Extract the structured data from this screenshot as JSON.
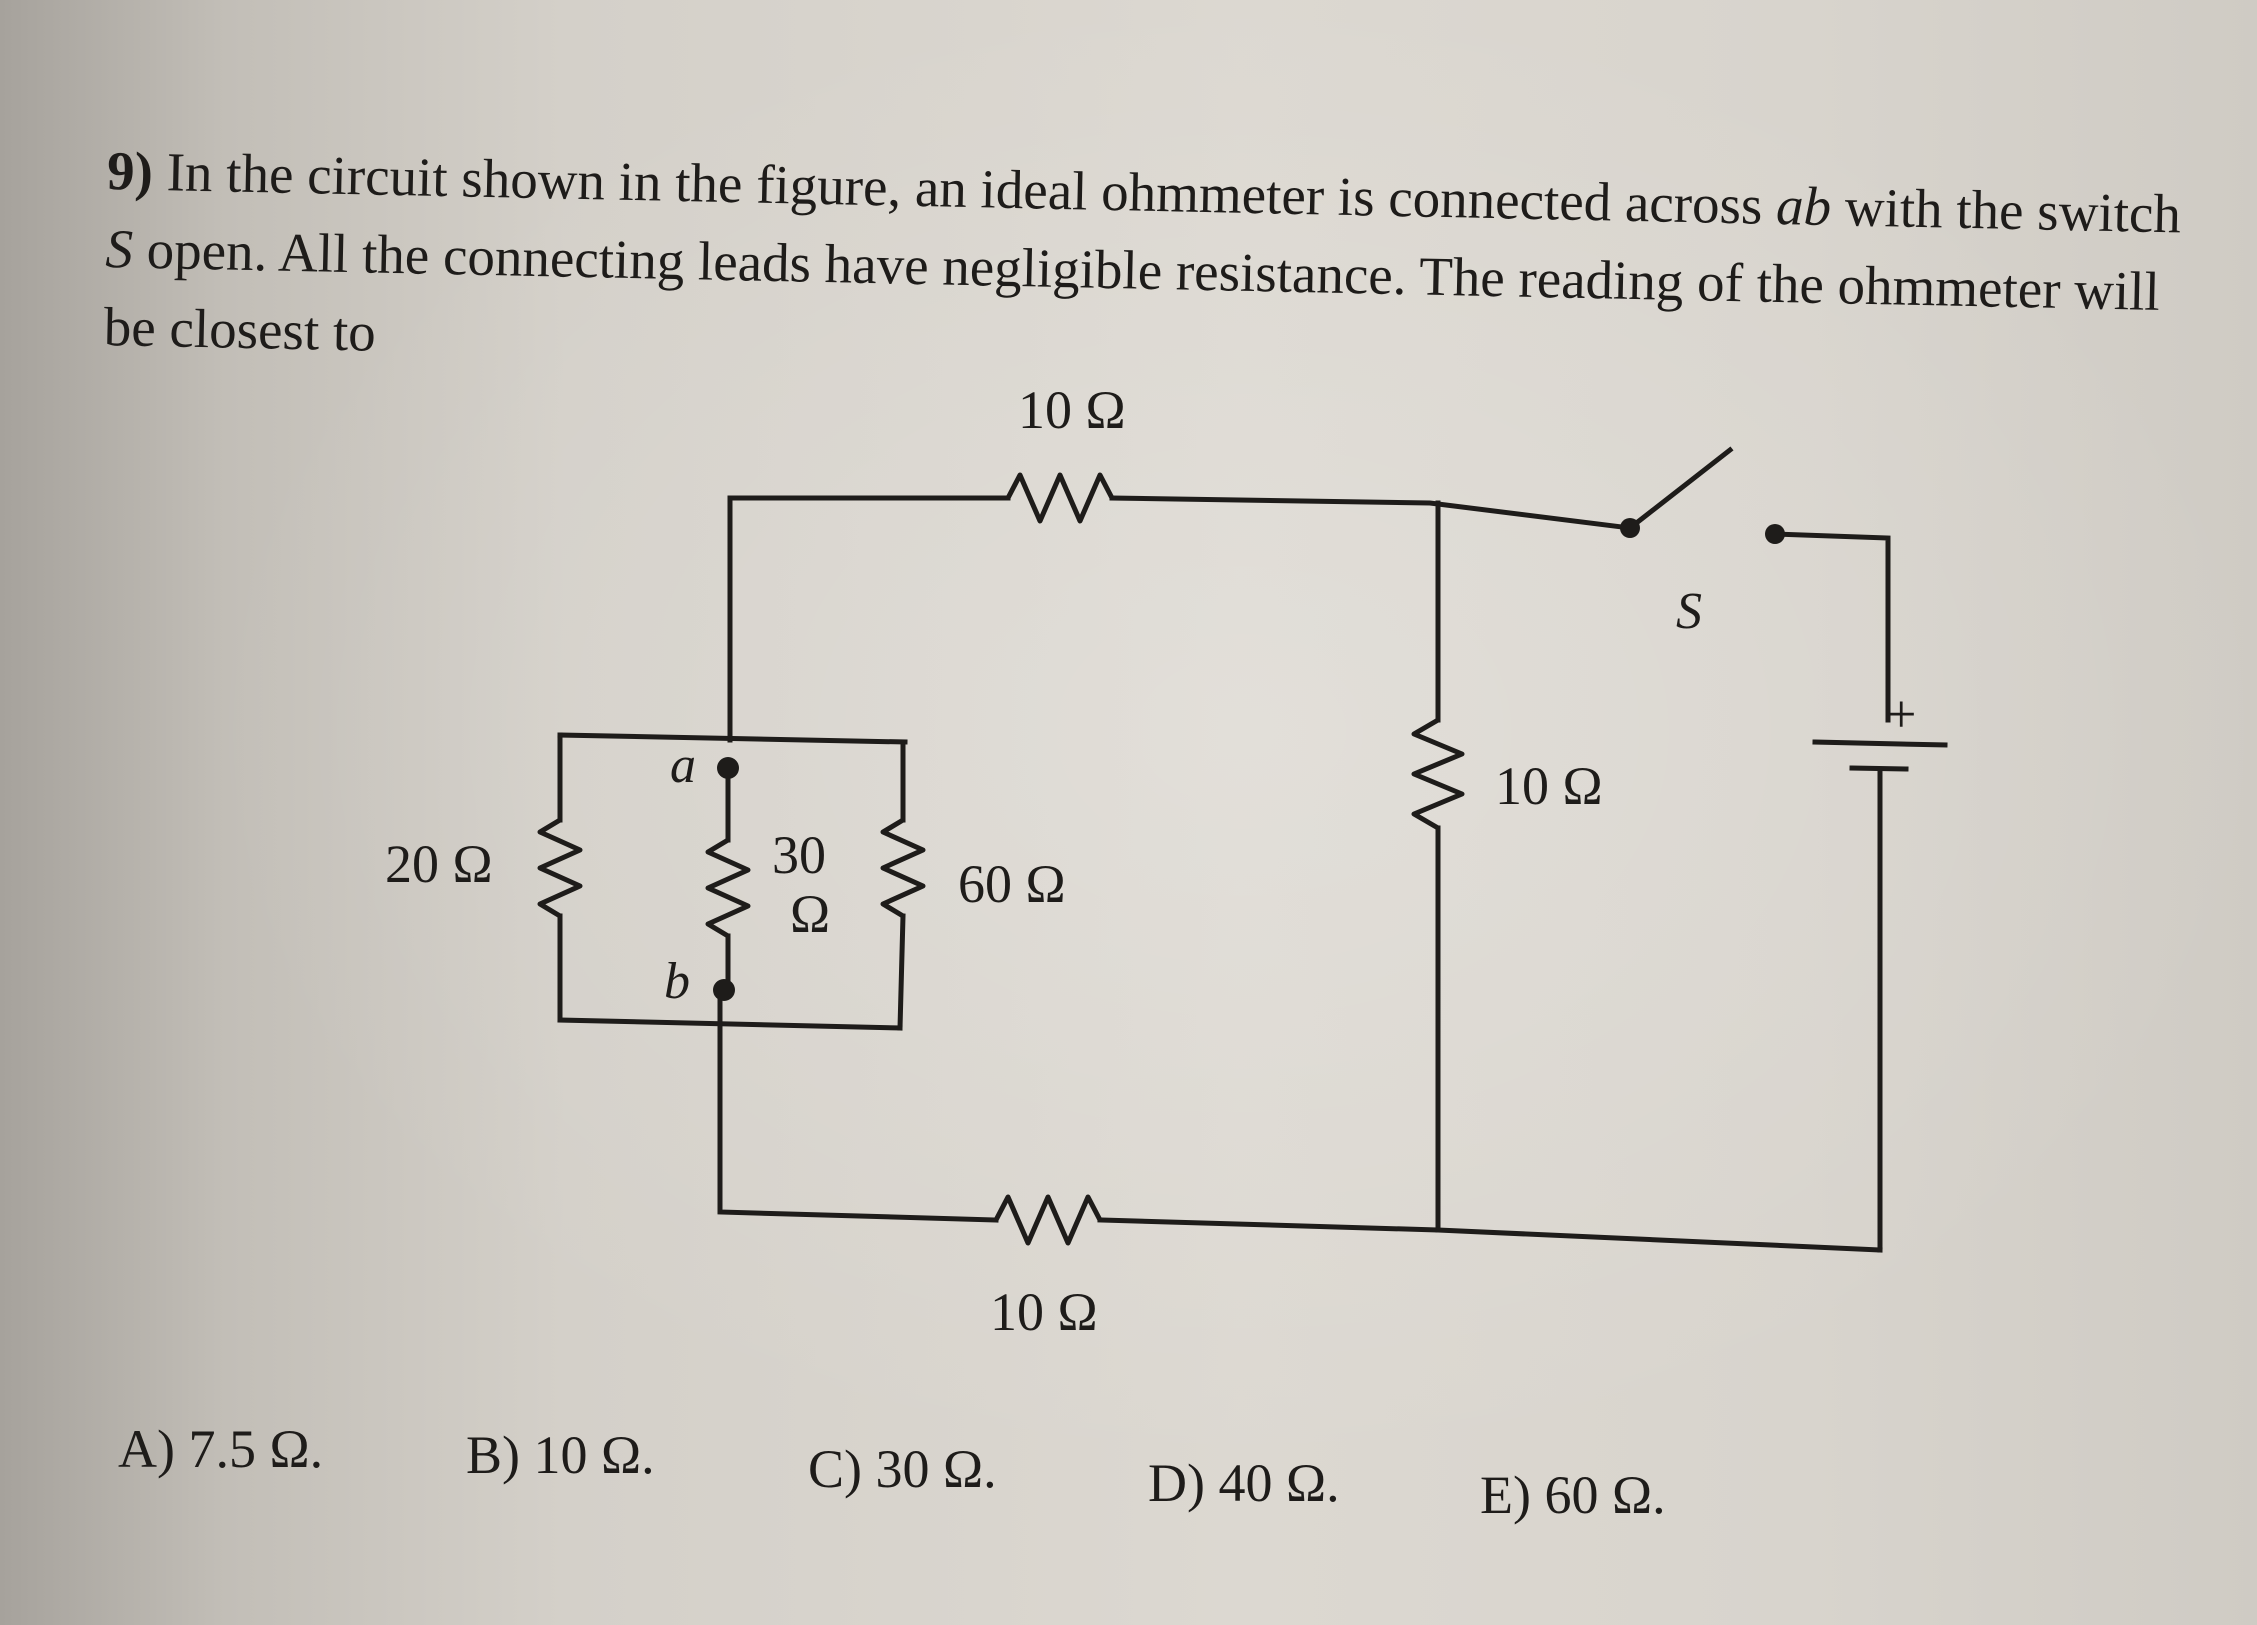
{
  "question": {
    "number": "9)",
    "text_1": "In the circuit shown in the figure, an ideal ohmmeter is connected across",
    "var_ab": "ab",
    "text_2": "with the switch",
    "var_s": "S",
    "text_3": "open. All the connecting leads have negligible resistance. The reading of the ohmmeter will be closest to"
  },
  "circuit": {
    "top_resistor": "10 Ω",
    "bottom_resistor": "10 Ω",
    "right_resistor": "10 Ω",
    "left_resistor": "20 Ω",
    "middle_resistor_value": "30",
    "middle_resistor_unit": "Ω",
    "inner_right_resistor": "60 Ω",
    "node_a": "a",
    "node_b": "b",
    "switch_label": "S",
    "battery_plus": "+"
  },
  "choices": [
    "A) 7.5 Ω.",
    "B) 10 Ω.",
    "C) 30 Ω.",
    "D) 40 Ω.",
    "E) 60 Ω."
  ]
}
